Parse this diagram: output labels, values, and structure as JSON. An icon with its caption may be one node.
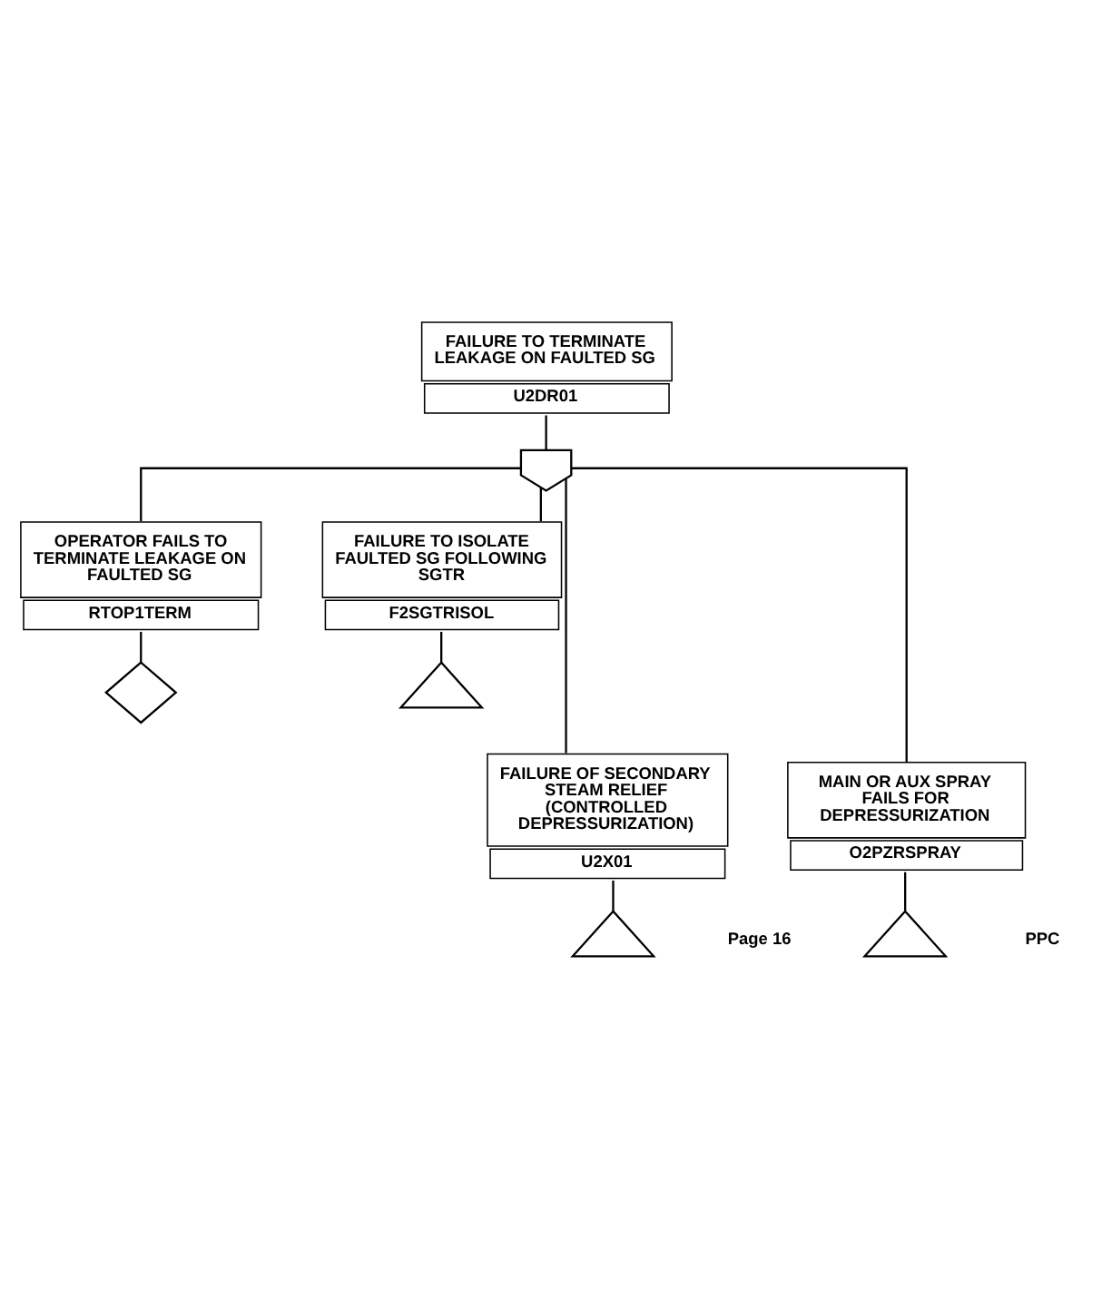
{
  "diagram": {
    "nodes": [
      {
        "text": [
          "FAILURE TO TERMINATE LEAKAGE ON FAULTED SG",
          "U2DR01"
        ]
      },
      {
        "text": [],
        "shape": "gate"
      },
      {
        "text": [
          "OPERATOR FAILS TO TERMINATE LEAKAGE ON FAULTED SG",
          "RTOP1TERM"
        ]
      },
      {
        "text": [
          "FAILURE TO ISOLATE FAULTED SG FOLLOWING SGTR",
          "F2SGTRISOL"
        ]
      },
      {
        "text": [],
        "shape": "diamond"
      },
      {
        "text": [],
        "shape": "triangle"
      },
      {
        "text": [
          "FAILURE OF SECONDARY STEAM RELIEF (CONTROLLED DEPRESSURIZATION)",
          "U2X01"
        ]
      },
      {
        "text": [
          "MAIN OR AUX SPRAY FAILS FOR DEPRESSURIZATION",
          "O2PZRSPRAY"
        ]
      },
      {
        "text": [],
        "shape": "triangle"
      },
      {
        "text": [],
        "shape": "triangle"
      }
    ],
    "edges": [
      {
        "from": 0,
        "to": 1,
        "arrow": "none"
      },
      {
        "from": 1,
        "to": 2,
        "arrow": "none"
      },
      {
        "from": 1,
        "to": 3,
        "arrow": "none"
      },
      {
        "from": 1,
        "to": 6,
        "arrow": "none"
      },
      {
        "from": 1,
        "to": 7,
        "arrow": "none"
      },
      {
        "from": 2,
        "to": 4,
        "arrow": "none"
      },
      {
        "from": 3,
        "to": 5,
        "arrow": "none"
      },
      {
        "from": 6,
        "to": 8,
        "arrow": "none"
      },
      {
        "from": 7,
        "to": 9,
        "arrow": "none"
      }
    ],
    "labels": [
      "Page 16",
      "PPC"
    ]
  }
}
